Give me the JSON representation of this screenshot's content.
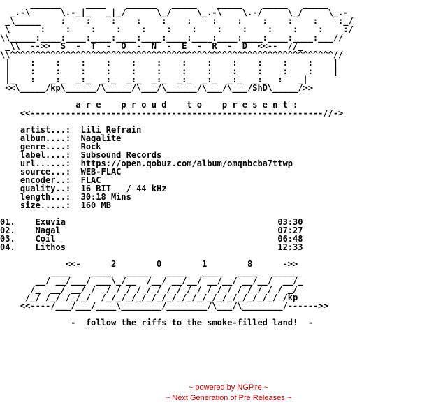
{
  "nfo_lines": [
    "      ______     ____    ______   _____    _____    _____   _____",
    "  _.-\\      \\.-_|_   _|_/      \\_/     \\_.-\\    \\.-/     \\_/     \\_.-",
    " _\\_____    :    :    :    :    :    :    :    :    :    :    :    :_/",
    " \\      :    :    :    :    :    :    :    :    :    :    :    :    :/",
    "\\\\_____:____:____:____:____:____:____:____:____:____:____:____:___//",
    " _\\\\  -->>  S  -  T  -  O  -  N  -  E  -  R  -  D  <<--  //_",
    "\\\\^^^^^^^^^^^^^^^^^^^^^^^^^^^^^^^^^^^^^^^^^^^^^^^^^^^^^^^^^^^^^^^^//",
    " |    :    :    :    :    :    :    :    :    :    :    :    :    |",
    " |    :    :    :    :    :    :    :    :    :    :    :    :    |",
    " |_   :   _:_  _:_  _:_  _:_  _:_  _:_  _:_  _:_  _:_  :   _|",
    " <<\\_____/kp\\______/\\_____/\\___/\\______/\\___/\\___/ShD\\_____/>>",
    "",
    "               a r e    p r o u d    t o    p r e s e n t :",
    "    <<----------------------------------------------------------//->",
    "",
    "    artist...:  Lili Refrain",
    "    album....:  Nagalite",
    "    genre....:  Rock",
    "    label....:  Subsound Records",
    "    url......:  https://open.qobuz.com/album/omqnbcba7ttwp",
    "    source...:  WEB-FLAC",
    "    encoder..:  FLAC",
    "    quality..:  16 BIT   / 44 kHz",
    "    length...:  30:18 Mins",
    "    size.....:  160 MB",
    "",
    "01.    Exuvia                                          03:30",
    "02.    Nagal                                           07:27",
    "03.    Coil                                            06:48",
    "04.    Lithos                                          12:33",
    "",
    "             <<-      2        0        1        8      ->>",
    "          ____    ____   _____   ____   ____   ____   _____",
    "       __/ __/___/ ___\\_/__  /__/ __/__/ __/__/ __/__/  __/_",
    "      /_  __/ __/ /  / / / / / / / / / / / / / / / / / / _/",
    "     /_/ /_/ /_/_/  /_/_/_/_/_/_/_/_/_/_/_/_/_/_/_/_/_/ /kp",
    "    <<----/___/___/____\\________/________/\\___/\\________/------>>",
    "",
    "              -  follow the riffs to the smoke-filled land!  -"
  ],
  "footer": {
    "line1": "~ powered by NGP.re ~",
    "line2": "~ Next Generation of Pre Releases ~"
  },
  "colors": {
    "text": "#000000",
    "footer": "#cc0000",
    "background": "#ffffff"
  }
}
